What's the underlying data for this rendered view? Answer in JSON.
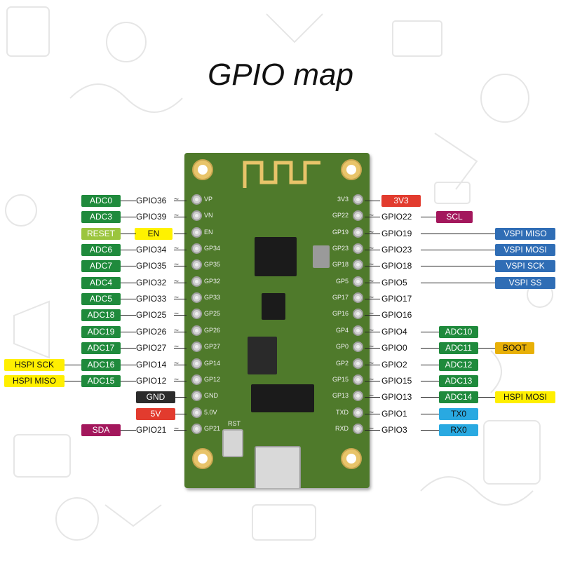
{
  "title": "GPIO map",
  "colors": {
    "adc": "#1f8a3c",
    "en_reset": "#9bc53d",
    "en_yellow": "#fff200",
    "hspi": "#ffef00",
    "gnd": "#2b2b2b",
    "power": "#e23b2e",
    "i2c": "#a3175c",
    "vspi": "#2f6db5",
    "uart": "#29a9e1",
    "boot": "#e8b007",
    "board": "#4f7a2b"
  },
  "board": {
    "left_silk": [
      "VP",
      "VN",
      "EN",
      "GP34",
      "GP35",
      "GP32",
      "GP33",
      "GP25",
      "GP26",
      "GP27",
      "GP14",
      "GP12",
      "GND",
      "5.0V",
      "GP21"
    ],
    "right_silk": [
      "3V3",
      "GP22",
      "GP19",
      "GP23",
      "GP18",
      "GP5",
      "GP17",
      "GP16",
      "GP4",
      "GP0",
      "GP2",
      "GP15",
      "GP13",
      "TXD",
      "RXD"
    ],
    "rst_label": "RST"
  },
  "left_pins": [
    {
      "gpio": "GPIO36",
      "func": "ADC0"
    },
    {
      "gpio": "GPIO39",
      "func": "ADC3"
    },
    {
      "gpio": "EN",
      "func": "RESET"
    },
    {
      "gpio": "GPIO34",
      "func": "ADC6"
    },
    {
      "gpio": "GPIO35",
      "func": "ADC7"
    },
    {
      "gpio": "GPIO32",
      "func": "ADC4"
    },
    {
      "gpio": "GPIO33",
      "func": "ADC5"
    },
    {
      "gpio": "GPIO25",
      "func": "ADC18"
    },
    {
      "gpio": "GPIO26",
      "func": "ADC19"
    },
    {
      "gpio": "GPIO27",
      "func": "ADC17"
    },
    {
      "gpio": "GPIO14",
      "func": "ADC16",
      "extra": "HSPI SCK"
    },
    {
      "gpio": "GPIO12",
      "func": "ADC15",
      "extra": "HSPI MISO"
    },
    {
      "gpio": "",
      "func": "GND"
    },
    {
      "gpio": "",
      "func": "5V"
    },
    {
      "gpio": "GPIO21",
      "func": "SDA"
    }
  ],
  "right_pins": [
    {
      "gpio": "",
      "func": "3V3"
    },
    {
      "gpio": "GPIO22",
      "func": "SCL"
    },
    {
      "gpio": "GPIO19",
      "func": "VSPI MISO"
    },
    {
      "gpio": "GPIO23",
      "func": "VSPI MOSI"
    },
    {
      "gpio": "GPIO18",
      "func": "VSPI SCK"
    },
    {
      "gpio": "GPIO5",
      "func": "VSPI SS"
    },
    {
      "gpio": "GPIO17",
      "func": ""
    },
    {
      "gpio": "GPIO16",
      "func": ""
    },
    {
      "gpio": "GPIO4",
      "func": "ADC10"
    },
    {
      "gpio": "GPIO0",
      "func": "ADC11",
      "extra": "BOOT"
    },
    {
      "gpio": "GPIO2",
      "func": "ADC12"
    },
    {
      "gpio": "GPIO15",
      "func": "ADC13"
    },
    {
      "gpio": "GPIO13",
      "func": "ADC14",
      "extra": "HSPI MOSI"
    },
    {
      "gpio": "GPIO1",
      "func": "TX0"
    },
    {
      "gpio": "GPIO3",
      "func": "RX0"
    }
  ],
  "wave": "~"
}
